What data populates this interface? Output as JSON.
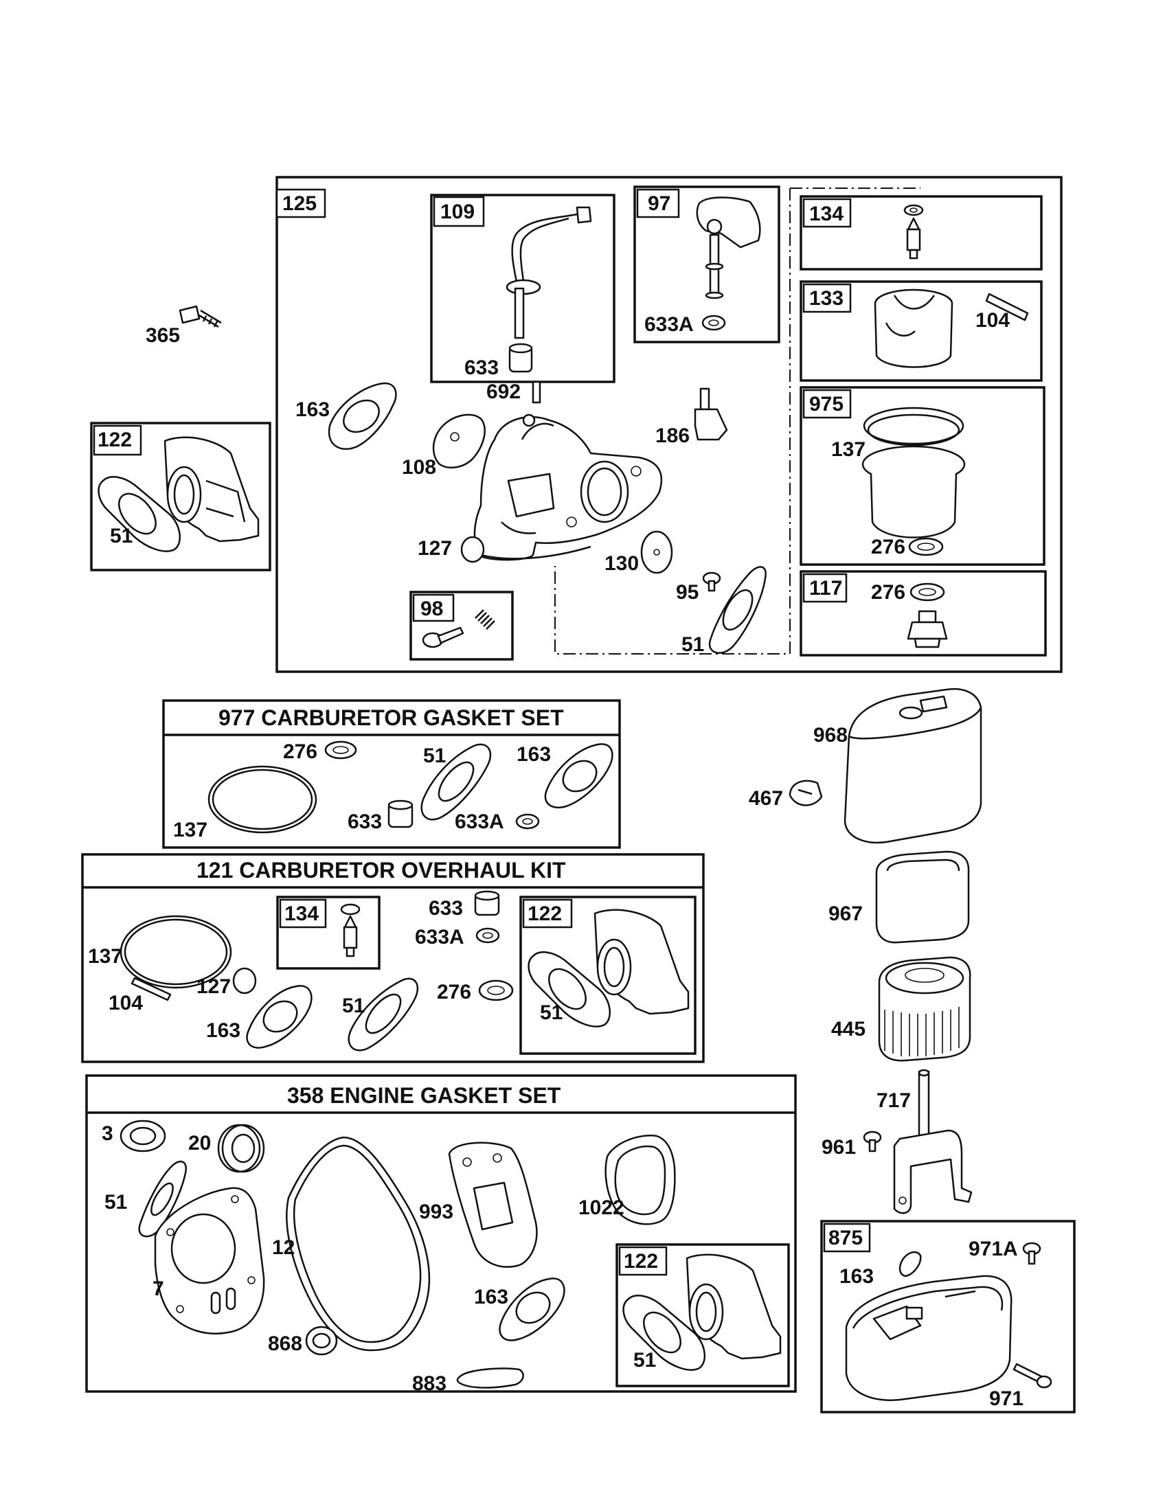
{
  "labels": {
    "p125": "125",
    "p109": "109",
    "p97": "97",
    "p134": "134",
    "p133": "133",
    "p104": "104",
    "p975": "975",
    "p137": "137",
    "p276": "276",
    "p117": "117",
    "p276b": "276",
    "p633a": "633A",
    "p633": "633",
    "p692": "692",
    "p186": "186",
    "p163": "163",
    "p108": "108",
    "p127": "127",
    "p130": "130",
    "p95": "95",
    "p51": "51",
    "p98": "98",
    "p365": "365",
    "p122": "122",
    "p51b": "51",
    "g276": "276",
    "g51": "51",
    "g163": "163",
    "g137": "137",
    "g633": "633",
    "g633a": "633A",
    "k134": "134",
    "k633": "633",
    "k633a": "633A",
    "k122": "122",
    "k137": "137",
    "k104": "104",
    "k127": "127",
    "k51": "51",
    "k276": "276",
    "k163": "163",
    "k51b": "51",
    "e3": "3",
    "e20": "20",
    "e51": "51",
    "e12": "12",
    "e993": "993",
    "e1022": "1022",
    "e7": "7",
    "e163": "163",
    "e122": "122",
    "e868": "868",
    "e51b": "51",
    "e883": "883",
    "a968": "968",
    "a467": "467",
    "a967": "967",
    "a445": "445",
    "a717": "717",
    "a961": "961",
    "a875": "875",
    "a971a": "971A",
    "a163": "163",
    "a971": "971"
  },
  "titles": {
    "gasket_set": "977 CARBURETOR  GASKET SET",
    "overhaul_kit": "121 CARBURETOR OVERHAUL KIT",
    "engine_gasket": "358 ENGINE GASKET SET"
  }
}
